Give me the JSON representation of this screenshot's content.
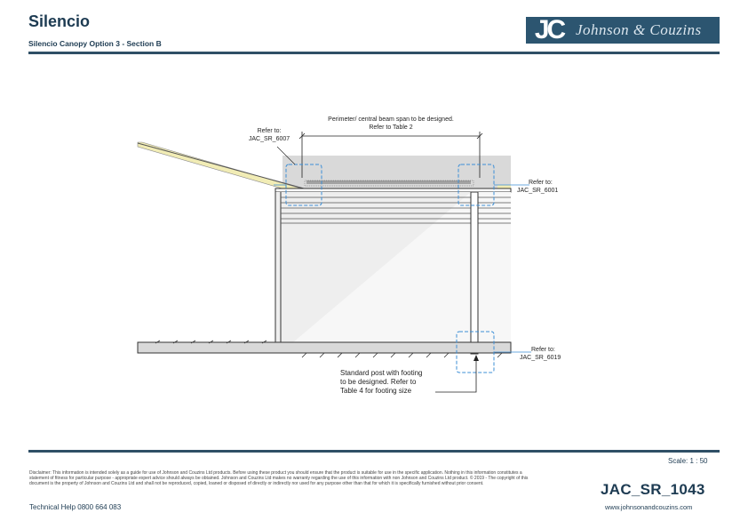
{
  "header": {
    "title": "Silencio",
    "subtitle": "Silencio Canopy Option 3 - Section B",
    "logo_initials": "JC",
    "logo_text": "Johnson & Couzins"
  },
  "drawing": {
    "beam_note_line1": "Perimeter/ central beam span to be designed.",
    "beam_note_line2": "Refer to Table 2",
    "ref_left_line1": "Refer to:",
    "ref_left_line2": "JAC_SR_6007",
    "ref_right_line1": "Refer to:",
    "ref_right_line2": "JAC_SR_6001",
    "ref_bottom_line1": "Refer to:",
    "ref_bottom_line2": "JAC_SR_6019",
    "post_note_line1": "Standard post with footing",
    "post_note_line2": "to be designed. Refer to",
    "post_note_line3": "Table 4 for footing size"
  },
  "footer": {
    "scale": "Scale:  1 : 50",
    "disclaimer": "Disclaimer: This information is intended solely as a guide for use of Johnson and Couzins Ltd products. Before using these product you should ensure that the product is suitable for use in the specific application. Nothing in this information constitutes a statement of fitness for particular purpose - appropriate expert advice should always be obtained. Johnson and Couzins Ltd makes no warranty regarding the use of this information with non Johnson and Couzins Ltd product. © 2019 - The copyright of this document is the property of Johnson and Couzins Ltd and shall not be reproduced, copied, loaned or disposed of directly or indirectly nor used for any purpose other than that for which it is specifically furnished without prior consent.",
    "technical_help": "Technical Help 0800 664 083",
    "doc_ref": "JAC_SR_1043",
    "website": "www.johnsonandcouzins.com"
  },
  "colors": {
    "brand": "#2c5570",
    "detail_box": "#3d8fd6",
    "fill_gray": "#d9d9d9",
    "highlight_yellow": "#f1ecb5"
  }
}
